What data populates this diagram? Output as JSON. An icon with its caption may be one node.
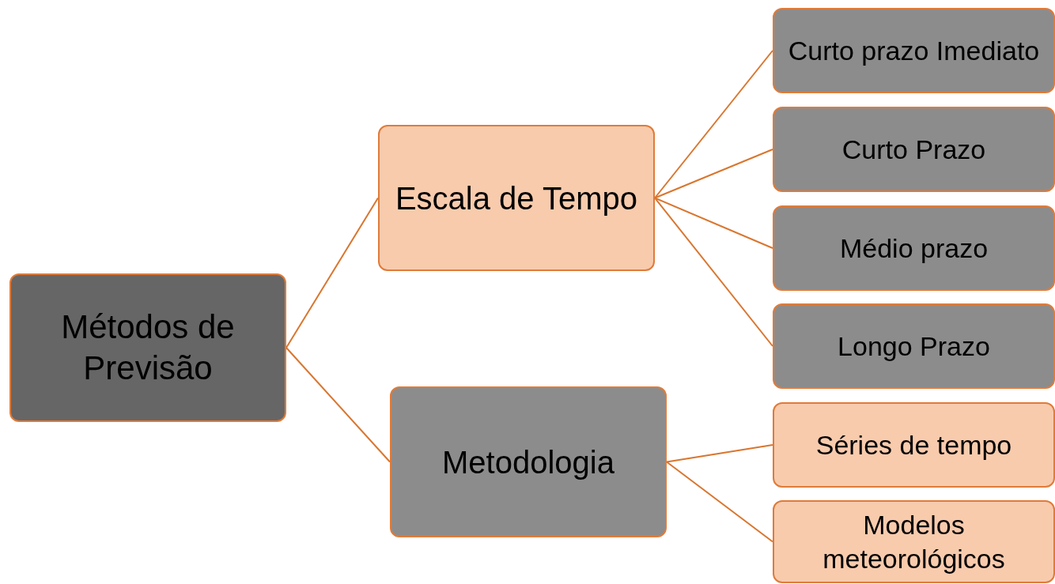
{
  "diagram": {
    "nodes": [
      {
        "text": [
          "Métodos de Previsão"
        ]
      },
      {
        "text": [
          "Escala de Tempo"
        ]
      },
      {
        "text": [
          "Metodologia"
        ]
      },
      {
        "text": [
          "Curto prazo Imediato"
        ]
      },
      {
        "text": [
          "Curto Prazo"
        ]
      },
      {
        "text": [
          "Médio prazo"
        ]
      },
      {
        "text": [
          "Longo Prazo"
        ]
      },
      {
        "text": [
          "Séries de tempo"
        ]
      },
      {
        "text": [
          "Modelos meteorológicos"
        ]
      }
    ],
    "edges": [
      {
        "from": 0,
        "to": 1,
        "arrow": "none"
      },
      {
        "from": 0,
        "to": 2,
        "arrow": "none"
      },
      {
        "from": 1,
        "to": 3,
        "arrow": "none"
      },
      {
        "from": 1,
        "to": 4,
        "arrow": "none"
      },
      {
        "from": 1,
        "to": 5,
        "arrow": "none"
      },
      {
        "from": 1,
        "to": 6,
        "arrow": "none"
      },
      {
        "from": 2,
        "to": 7,
        "arrow": "none"
      },
      {
        "from": 2,
        "to": 8,
        "arrow": "none"
      }
    ]
  }
}
